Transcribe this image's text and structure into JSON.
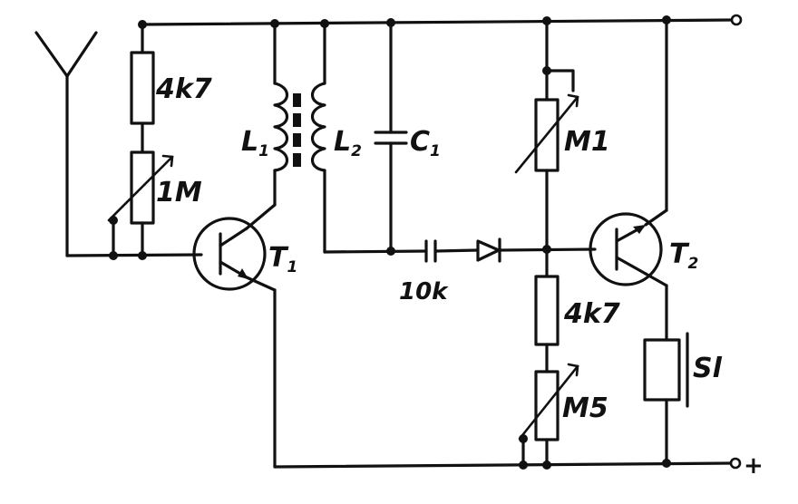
{
  "labels": {
    "r1": "4k7",
    "p1": "1M",
    "t1": "T",
    "t1_sub": "1",
    "l1": "L",
    "l1_sub": "1",
    "l2": "L",
    "l2_sub": "2",
    "c1": "C",
    "c1_sub": "1",
    "c2": "10k",
    "pm1": "M1",
    "t2": "T",
    "t2_sub": "2",
    "r2": "4k7",
    "pm5": "M5",
    "sl": "Sl",
    "plus": "+"
  }
}
